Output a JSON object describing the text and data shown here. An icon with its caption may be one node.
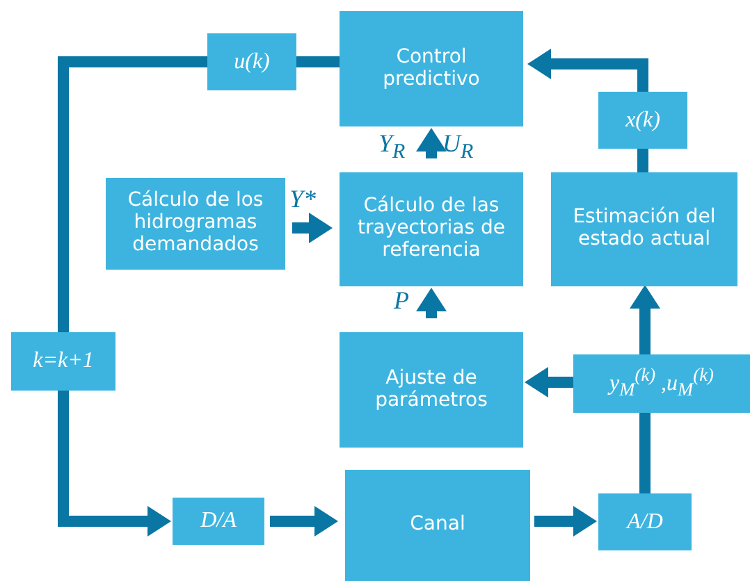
{
  "diagram": {
    "nodes": [
      {
        "text": [
          "u(k)"
        ]
      },
      {
        "text": [
          "Control predictivo"
        ]
      },
      {
        "text": [
          "x(k)"
        ]
      },
      {
        "text": [
          "Cálculo de los hidrogramas demandados"
        ]
      },
      {
        "text": [
          "Cálculo de las trayectorias de referencia"
        ]
      },
      {
        "text": [
          "Estimación del estado actual"
        ]
      },
      {
        "text": [
          "k=k+1"
        ]
      },
      {
        "text": [
          "Ajuste de parámetros"
        ]
      },
      {
        "text": [
          "y$_{M}$$^{(k)}$ ,u$_{M}$$^{(k)}$"
        ]
      },
      {
        "text": [
          "D/A"
        ]
      },
      {
        "text": [
          "Canal"
        ]
      },
      {
        "text": [
          "A/D"
        ]
      }
    ],
    "edges": [
      {
        "from": 1,
        "to": 0,
        "arrow": "none"
      },
      {
        "from": 0,
        "to": 6,
        "arrow": "none"
      },
      {
        "from": 6,
        "to": 9,
        "arrow": "to"
      },
      {
        "from": 9,
        "to": 10,
        "arrow": "to"
      },
      {
        "from": 10,
        "to": 11,
        "arrow": "to"
      },
      {
        "from": 11,
        "to": 8,
        "arrow": "none"
      },
      {
        "from": 8,
        "to": 5,
        "arrow": "to"
      },
      {
        "from": 8,
        "to": 7,
        "arrow": "to"
      },
      {
        "from": 7,
        "to": 4,
        "arrow": "to",
        "label": "P"
      },
      {
        "from": 3,
        "to": 4,
        "arrow": "to",
        "label": "Y*"
      },
      {
        "from": 4,
        "to": 1,
        "arrow": "to"
      },
      {
        "from": 5,
        "to": 2,
        "arrow": "none"
      },
      {
        "from": 2,
        "to": 1,
        "arrow": "to"
      }
    ],
    "labels": [
      "Y$_{R}$",
      "U$_{R}$"
    ]
  }
}
